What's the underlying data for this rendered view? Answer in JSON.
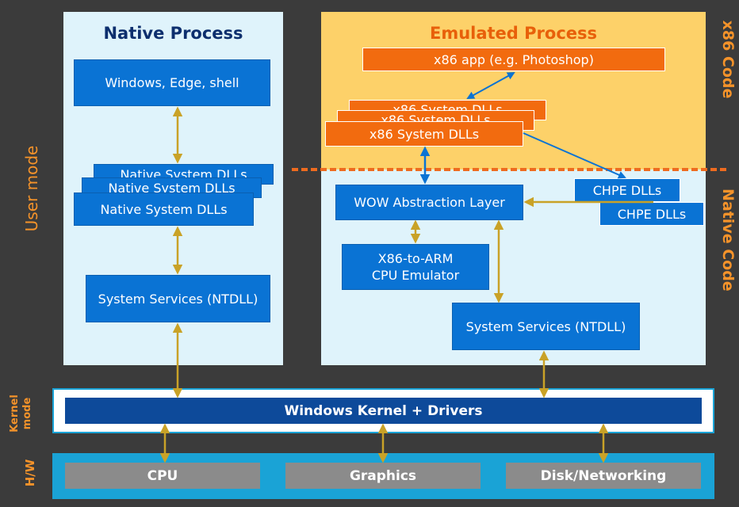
{
  "native_process": {
    "title": "Native Process",
    "app": "Windows, Edge, shell",
    "system_dlls": "Native System DLLs",
    "services": "System Services (NTDLL)"
  },
  "emulated_process": {
    "title": "Emulated Process",
    "app": "x86 app (e.g. Photoshop)",
    "system_dlls": "x86 System DLLs",
    "wow": "WOW Abstraction Layer",
    "emulator_line1": "X86-to-ARM",
    "emulator_line2": "CPU Emulator",
    "services": "System Services (NTDLL)",
    "chpe": "CHPE DLLs"
  },
  "side_labels": {
    "x86_code": "x86 Code",
    "native_code": "Native Code",
    "user_mode": "User mode",
    "kernel_mode_line1": "Kernel",
    "kernel_mode_line2": "mode",
    "hw": "H/W"
  },
  "kernel": {
    "label": "Windows Kernel + Drivers"
  },
  "hardware": {
    "cpu": "CPU",
    "graphics": "Graphics",
    "disk": "Disk/Networking"
  },
  "colors": {
    "native_bg": "#dff3fb",
    "emulated_bg": "#fdd169",
    "blue_box": "#0a73d4",
    "orange_box": "#f26b0f",
    "arrow": "#c9a227",
    "label_orange": "#f5932a",
    "kernel_bar": "#0d4a9a",
    "hw_band": "#1aa3d6"
  }
}
